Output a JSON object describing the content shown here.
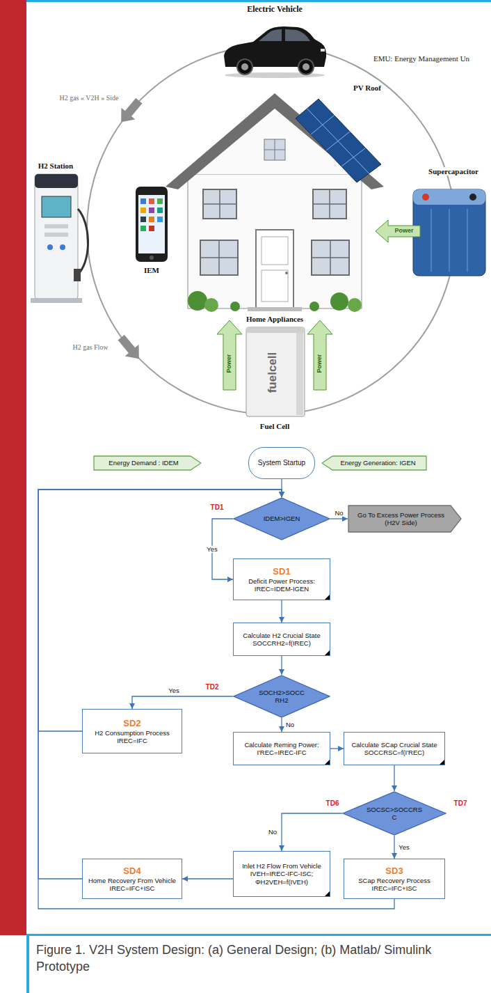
{
  "diagram": {
    "caption": "Figure 1. V2H System Design: (a) General Design; (b) Matlab/ Simulink Prototype",
    "nodes": [
      {
        "text": [
          "Energy Demand : IDEM"
        ]
      },
      {
        "text": [
          "System Startup"
        ]
      },
      {
        "text": [
          "Energy Generation: IGEN"
        ]
      },
      {
        "text": [
          "IDEM>IGEN"
        ]
      },
      {
        "text": [
          "Go To Excess Power Process (H2V Side)"
        ]
      },
      {
        "text": [
          "SD1",
          "Deficit Power Process: IREC=IDEM-IGEN"
        ]
      },
      {
        "text": [
          "Calculate H2 Crucial State SOCCRH2=f(IREC)"
        ]
      },
      {
        "text": [
          "SOCH2>SOCCRH2"
        ]
      },
      {
        "text": [
          "SD2",
          "H2 Consumption Process IREC=IFC"
        ]
      },
      {
        "text": [
          "Calculate Reming Power: I'REC=IREC-IFC"
        ]
      },
      {
        "text": [
          "Calculate SCap Crucial State SOCCRSC=f(I'REC)"
        ]
      },
      {
        "text": [
          "SOCSC>SOCCRSC"
        ]
      },
      {
        "text": [
          "SD4",
          "Home Recovery From Vehicle IREC=IFC+ISC"
        ]
      },
      {
        "text": [
          "Inlet H2 Flow From Vehicle IVEH=IREC-IFC-ISC; ΦH2VEH=f(IVEH)"
        ]
      },
      {
        "text": [
          "SD3",
          "SCap Recovery Process IREC=IFC+ISC"
        ]
      }
    ],
    "edges": [
      {
        "from": 1,
        "to": 3,
        "arrow": "to"
      },
      {
        "from": 3,
        "to": 4,
        "label": "No",
        "arrow": "to"
      },
      {
        "from": 3,
        "to": 5,
        "label": "Yes",
        "arrow": "to"
      },
      {
        "from": 5,
        "to": 6,
        "arrow": "to"
      },
      {
        "from": 6,
        "to": 7,
        "arrow": "to"
      },
      {
        "from": 7,
        "to": 8,
        "label": "Yes",
        "arrow": "to"
      },
      {
        "from": 7,
        "to": 9,
        "label": "No",
        "arrow": "to"
      },
      {
        "from": 9,
        "to": 10,
        "arrow": "to"
      },
      {
        "from": 10,
        "to": 11,
        "arrow": "to"
      },
      {
        "from": 11,
        "to": 13,
        "label": "No",
        "arrow": "to"
      },
      {
        "from": 11,
        "to": 14,
        "label": "Yes",
        "arrow": "to"
      },
      {
        "from": 13,
        "to": 12,
        "arrow": "to"
      },
      {
        "from": 8,
        "to": 3,
        "arrow": "to"
      },
      {
        "from": 12,
        "to": 3,
        "arrow": "to"
      },
      {
        "from": 14,
        "to": 3,
        "arrow": "to"
      }
    ],
    "labels": [
      "Electric Vehicle",
      "EMU: Energy Management Un",
      "H2 gas « V2H » Side",
      "H2 Station",
      "PV Roof",
      "Supercapacitor",
      "Power",
      "IEM",
      "Home Appliances",
      "H2 gas Flow",
      "Power",
      "Power",
      "fuelcell",
      "Fuel Cell",
      "TD1",
      "TD2",
      "TD6",
      "TD7"
    ]
  }
}
